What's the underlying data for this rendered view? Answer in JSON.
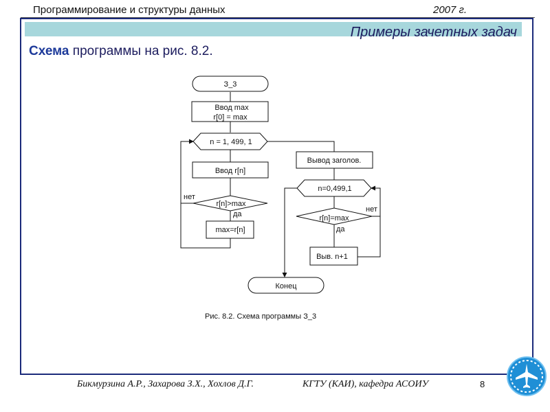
{
  "header": {
    "course": "Программирование  и структуры данных",
    "year": "2007 г."
  },
  "slide": {
    "title": "Примеры зачетных задач",
    "subtitle_bold": "Схема",
    "subtitle_rest": " программы на рис. 8.2."
  },
  "diagram": {
    "start": "З_3",
    "input_max_1": "Ввод  max",
    "input_max_2": "r[0] = max",
    "loop1": "n = 1, 499, 1",
    "input_rn": "Ввод r[n]",
    "cond1": "r[n]>max",
    "cond1_no": "нет",
    "cond1_yes": "да",
    "assign": "max=r[n]",
    "output_header": "Вывод заголов.",
    "loop2": "n=0,499,1",
    "cond2": "r[n]=max",
    "cond2_no": "нет",
    "cond2_yes": "да",
    "output_n": "Выв. n+1",
    "end": "Конец"
  },
  "caption": "Рис. 8.2. Схема программы З_3",
  "footer": {
    "authors": "Бикмурзина А.Р., Захарова З.Х., Хохлов Д.Г.",
    "org": "КГТУ  (КАИ),  кафедра АСОИУ",
    "page": "8"
  },
  "colors": {
    "frame": "#1a2a7a",
    "band": "#a7d7dc",
    "title_text": "#1c1c5e",
    "logo_bg": "#1f8fd6"
  },
  "icons": {
    "logo": "airplane-logo-icon"
  }
}
